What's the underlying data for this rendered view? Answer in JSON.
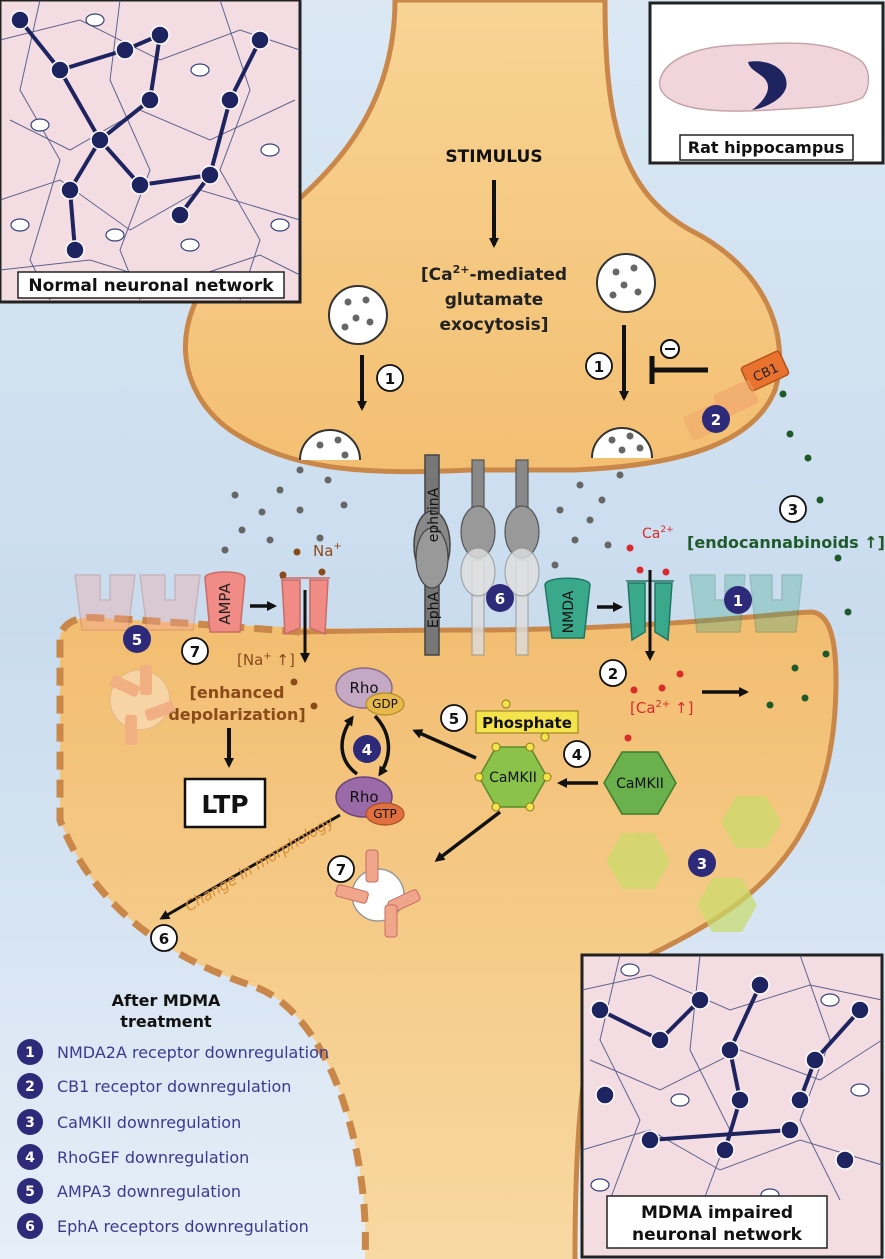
{
  "labels": {
    "stimulus": "STIMULUS",
    "exocytosis_line2": "glutamate",
    "exocytosis_line3": "exocytosis]",
    "cb1": "CB1",
    "endocannabinoids": "[endocannabinoids ↑]",
    "na": "Na",
    "ca": "Ca",
    "ampa": "AMPA",
    "nmda": "NMDA",
    "ephrina": "ephrinA",
    "epha": "EphA",
    "na_up": "[Na",
    "na_up_tail": " ↑]",
    "ca_up": "[Ca",
    "ca_up_tail": " ↑]",
    "enhanced_1": "[enhanced",
    "enhanced_2": "depolarization]",
    "ltp": "LTP",
    "rho": "Rho",
    "gdp": "GDP",
    "gtp": "GTP",
    "phosphate": "Phosphate",
    "camkii": "CaMKII",
    "change_morphology": "Change in morphology",
    "after_mdma_1": "After MDMA",
    "after_mdma_2": "treatment"
  },
  "insets": {
    "normal": "Normal neuronal network",
    "rat": "Rat hippocampus",
    "impaired_1": "MDMA impaired",
    "impaired_2": "neuronal network"
  },
  "pathway_numbers": [
    "1",
    "2",
    "3",
    "4",
    "5",
    "6",
    "7"
  ],
  "legend": [
    {
      "num": "1",
      "text": "NMDA2A receptor downregulation"
    },
    {
      "num": "2",
      "text": "CB1 receptor downregulation"
    },
    {
      "num": "3",
      "text": "CaMKII downregulation"
    },
    {
      "num": "4",
      "text": "RhoGEF downregulation"
    },
    {
      "num": "5",
      "text": "AMPA3 downregulation"
    },
    {
      "num": "6",
      "text": "EphA receptors downregulation"
    }
  ],
  "colors": {
    "bg_blue": "#cfe0f0",
    "terminal": "#f6c97f",
    "membrane": "#c9884a",
    "navy": "#2d2a7a",
    "legend_text": "#3c3a8f",
    "endocannabinoid": "#1f5a2a",
    "calcium": "#d92b2b",
    "sodium": "#8a4a1a",
    "neuron_bg": "#f3dbe0"
  }
}
